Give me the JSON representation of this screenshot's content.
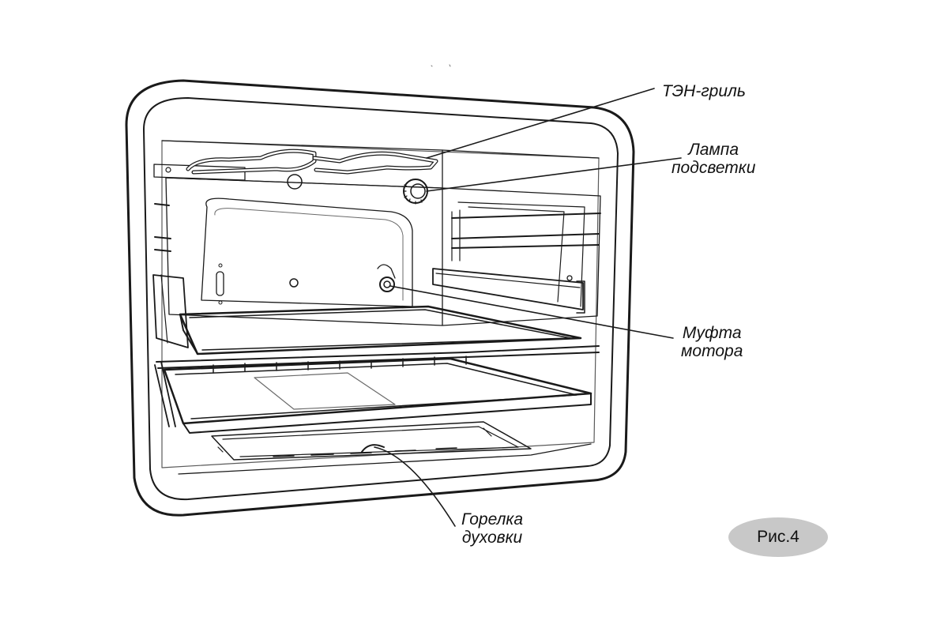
{
  "labels": {
    "grill_element": "ТЭН-гриль",
    "lamp_line1": "Лампа",
    "lamp_line2": "подсветки",
    "motor_coupling_line1": "Муфта",
    "motor_coupling_line2": "мотора",
    "burner_line1": "Горелка",
    "burner_line2": "духовки"
  },
  "figure_badge": "Рис.4",
  "colors": {
    "line": "#1a1a1a",
    "light_line": "#8a8a8a",
    "badge_fill": "#c8c8c8"
  }
}
